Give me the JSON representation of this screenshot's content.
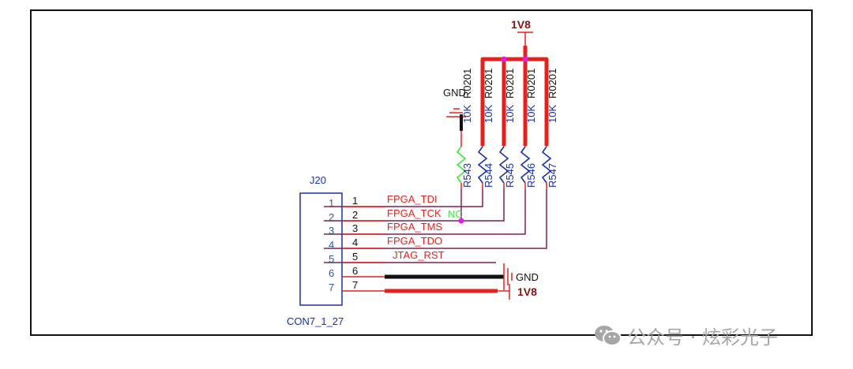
{
  "schematic": {
    "connector": {
      "ref": "J20",
      "part": "CON7_1_27",
      "inner_pin_numbers": [
        "1",
        "2",
        "3",
        "4",
        "5",
        "6",
        "7"
      ],
      "outer_pin_numbers": [
        "1",
        "2",
        "3",
        "4",
        "5",
        "6",
        "7"
      ]
    },
    "nets": [
      {
        "pin": "1",
        "name": "FPGA_TDI"
      },
      {
        "pin": "2",
        "name": "FPGA_TCK"
      },
      {
        "pin": "3",
        "name": "FPGA_TMS"
      },
      {
        "pin": "4",
        "name": "FPGA_TDO"
      },
      {
        "pin": "5",
        "name": "JTAG_RST"
      },
      {
        "pin": "6",
        "name": ""
      },
      {
        "pin": "7",
        "name": ""
      }
    ],
    "resistors": [
      {
        "ref": "R543",
        "value": "10K",
        "package": "R0201",
        "pull": "GND",
        "populated": false
      },
      {
        "ref": "R544",
        "value": "10K",
        "package": "R0201",
        "pull": "1V8",
        "populated": true
      },
      {
        "ref": "R545",
        "value": "10K",
        "package": "R0201",
        "pull": "1V8",
        "populated": true
      },
      {
        "ref": "R546",
        "value": "10K",
        "package": "R0201",
        "pull": "1V8",
        "populated": true
      },
      {
        "ref": "R547",
        "value": "10K",
        "package": "R0201",
        "pull": "1V8",
        "populated": true
      }
    ],
    "power": {
      "top_rail": "1V8",
      "gnd_top": "GND",
      "gnd_bottom": "GND",
      "pwr_bottom": "1V8"
    },
    "nc_label": "NC",
    "colors": {
      "wire": "#e8201c",
      "net_wire": "#7a2450",
      "junction": "#e020e0",
      "pwr_text": "#8a0f0f",
      "resistor": "#1b2fa6",
      "resistor_nc": "#3ee33e",
      "connector": "#1b2fa6"
    }
  },
  "watermark": {
    "text": "公众号 · 炫彩光子"
  }
}
